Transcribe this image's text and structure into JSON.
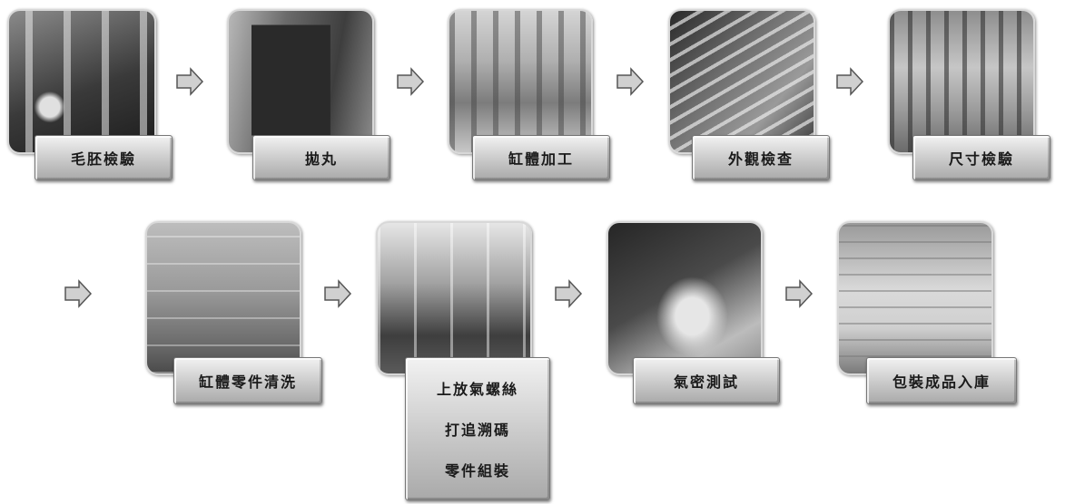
{
  "steps": [
    {
      "id": "blank-inspection",
      "label": "毛胚檢驗"
    },
    {
      "id": "shot-blasting",
      "label": "拋丸"
    },
    {
      "id": "cylinder-machining",
      "label": "缸體加工"
    },
    {
      "id": "appearance-inspection",
      "label": "外觀檢查"
    },
    {
      "id": "dimension-inspection",
      "label": "尺寸檢驗"
    },
    {
      "id": "parts-cleaning",
      "label": "缸體零件清洗"
    },
    {
      "id": "assembly",
      "lines": [
        "上放氣螺絲",
        "打追溯碼",
        "零件組裝"
      ]
    },
    {
      "id": "airtight-test",
      "label": "氣密測試"
    },
    {
      "id": "packaging",
      "label": "包裝成品入庫"
    }
  ],
  "icons": {
    "arrow": "right-arrow-icon"
  },
  "colors": {
    "label_top": "#f2f2f2",
    "label_bottom": "#a9a9a9",
    "arrow_fill": "#d0d0d0"
  }
}
